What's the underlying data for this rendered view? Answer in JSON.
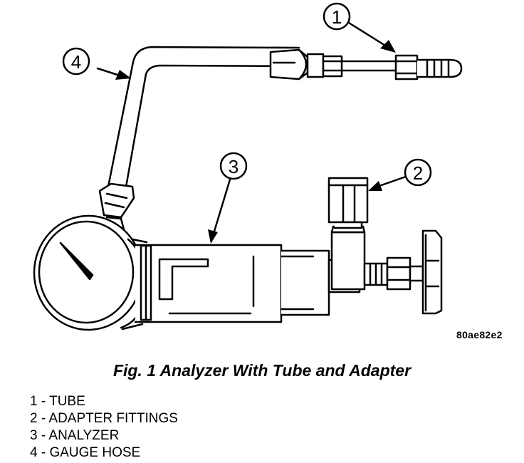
{
  "callouts": [
    "1",
    "2",
    "3",
    "4"
  ],
  "image_code": "80ae82e2",
  "caption": "Fig. 1 Analyzer With Tube and Adapter",
  "legend": [
    "1 - TUBE",
    "2 - ADAPTER FITTINGS",
    "3 - ANALYZER",
    "4 - GAUGE HOSE"
  ]
}
